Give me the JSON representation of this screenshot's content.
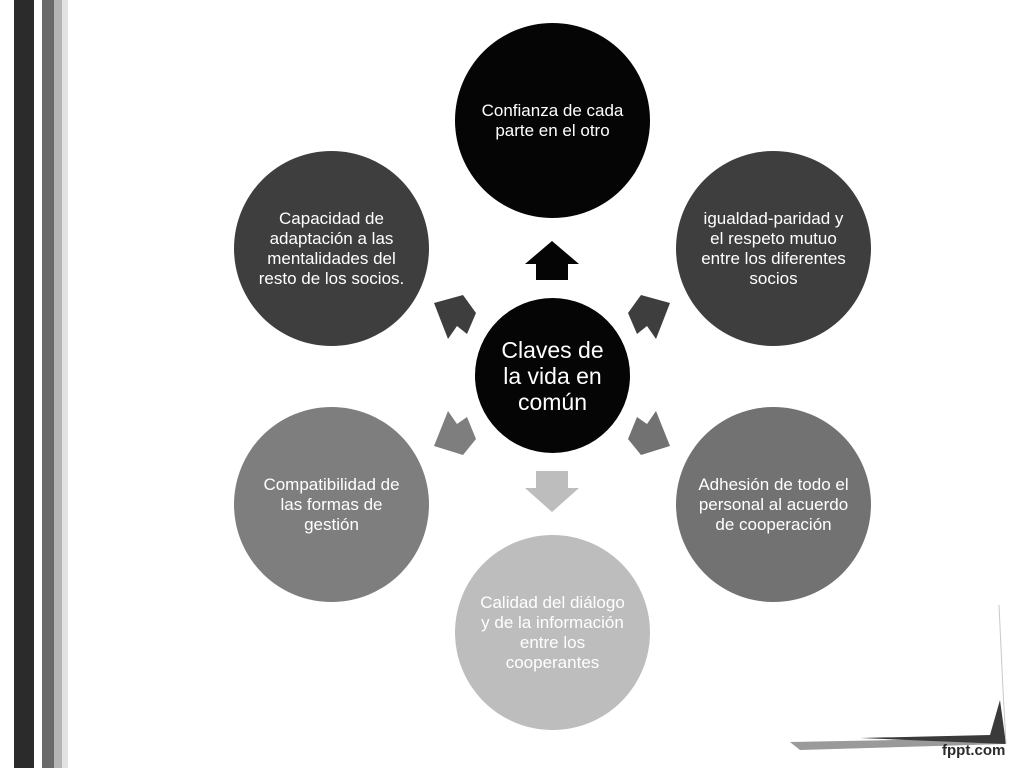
{
  "center": {
    "label": "Claves de la vida en común"
  },
  "nodes": {
    "top": "Confianza de cada parte en el otro",
    "upper_right": "igualdad-paridad y el respeto mutuo entre los diferentes socios",
    "lower_right": "Adhesión de todo el personal al acuerdo de cooperación",
    "bottom": "Calidad del diálogo y de la información entre los cooperantes",
    "lower_left": "Compatibilidad de las formas de gestión",
    "upper_left": "Capacidad de adaptación a las mentalidades del resto de los socios."
  },
  "branding": {
    "text": "fppt.com"
  },
  "colors": {
    "top": "#050505",
    "upper_right": "#3e3e3e",
    "lower_right": "#727272",
    "bottom": "#bdbdbd",
    "lower_left": "#7e7e7e",
    "upper_left": "#3e3e3e",
    "center": "#050505"
  }
}
